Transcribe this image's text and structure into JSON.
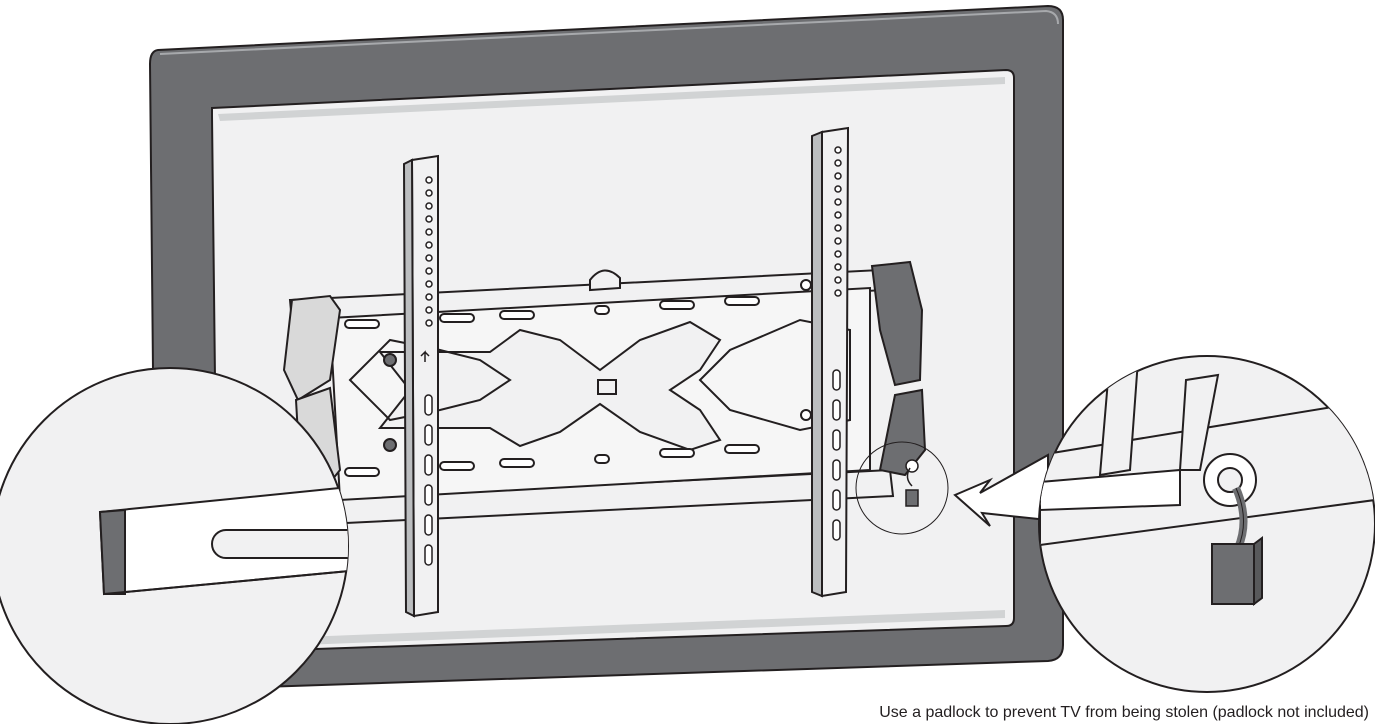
{
  "caption": "Use a padlock to prevent TV from being stolen (padlock not included)",
  "colors": {
    "tv_frame": "#6d6e71",
    "tv_frame_outline": "#231f20",
    "screen": "#f1f1f2",
    "bracket_fill": "#f1f1f2",
    "bracket_stroke": "#231f20",
    "bar_dark": "#6d6e71",
    "padlock": "#6d6e71"
  },
  "icons": [
    "tv-frame",
    "wall-plate",
    "mounting-arm-left",
    "mounting-arm-right",
    "detail-circle-slot",
    "detail-circle-padlock",
    "padlock-icon",
    "zigzag-pointer"
  ]
}
